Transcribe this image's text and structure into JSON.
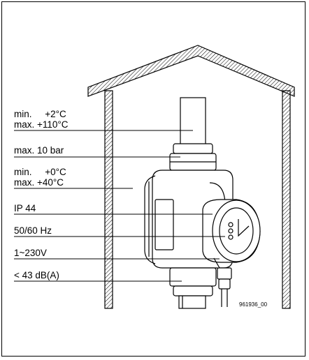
{
  "labels": {
    "temp_medium_min": "min.     +2°C",
    "temp_medium_max": "max. +110°C",
    "pressure_max": "max. 10 bar",
    "temp_ambient_min": "min.     +0°C",
    "temp_ambient_max": "max. +40°C",
    "protection_class": "IP 44",
    "frequency": "50/60 Hz",
    "voltage": "1~230V",
    "noise_level": "< 43 dB(A)"
  },
  "reference_code": "961936_00"
}
